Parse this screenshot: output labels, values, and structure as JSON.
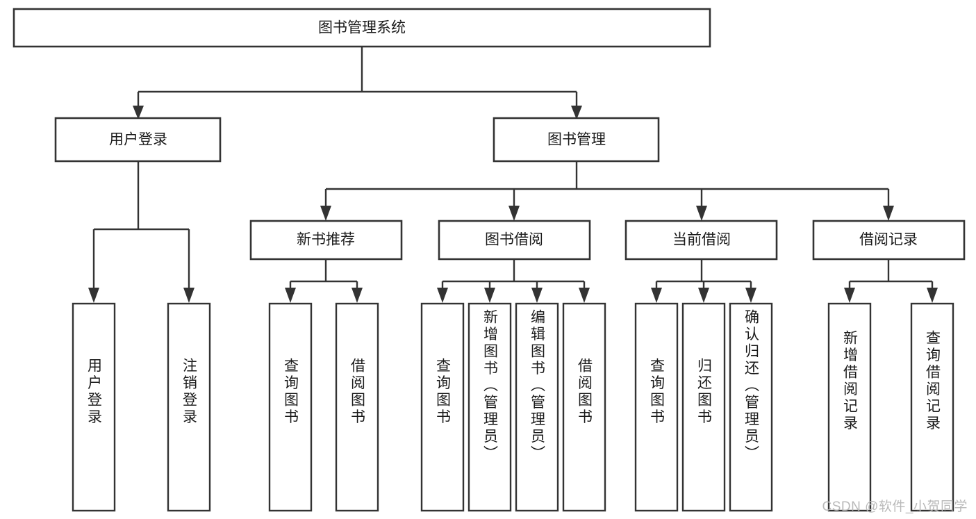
{
  "diagram": {
    "type": "tree",
    "title": "图书管理系统",
    "root": {
      "label": "图书管理系统"
    },
    "level2": [
      {
        "label": "用户登录"
      },
      {
        "label": "图书管理"
      }
    ],
    "level3": [
      {
        "label": "新书推荐"
      },
      {
        "label": "图书借阅"
      },
      {
        "label": "当前借阅"
      },
      {
        "label": "借阅记录"
      }
    ],
    "leaves": {
      "user_login": [
        "用户登录",
        "注销登录"
      ],
      "new_book_recommend": [
        "查询图书",
        "借阅图书"
      ],
      "book_borrow": [
        "查询图书",
        "新增图书（管理员）",
        "编辑图书（管理员）",
        "借阅图书"
      ],
      "current_borrow": [
        "查询图书",
        "归还图书",
        "确认归还（管理员）"
      ],
      "borrow_record": [
        "新增借阅记录",
        "查询借阅记录"
      ]
    }
  },
  "colors": {
    "box_stroke": "#333333",
    "box_fill": "#ffffff",
    "text": "#1a1a1a",
    "watermark": "#b9b9b9",
    "page_background": "#ffffff"
  },
  "watermark": {
    "text": "CSDN @软件_小贺同学"
  }
}
